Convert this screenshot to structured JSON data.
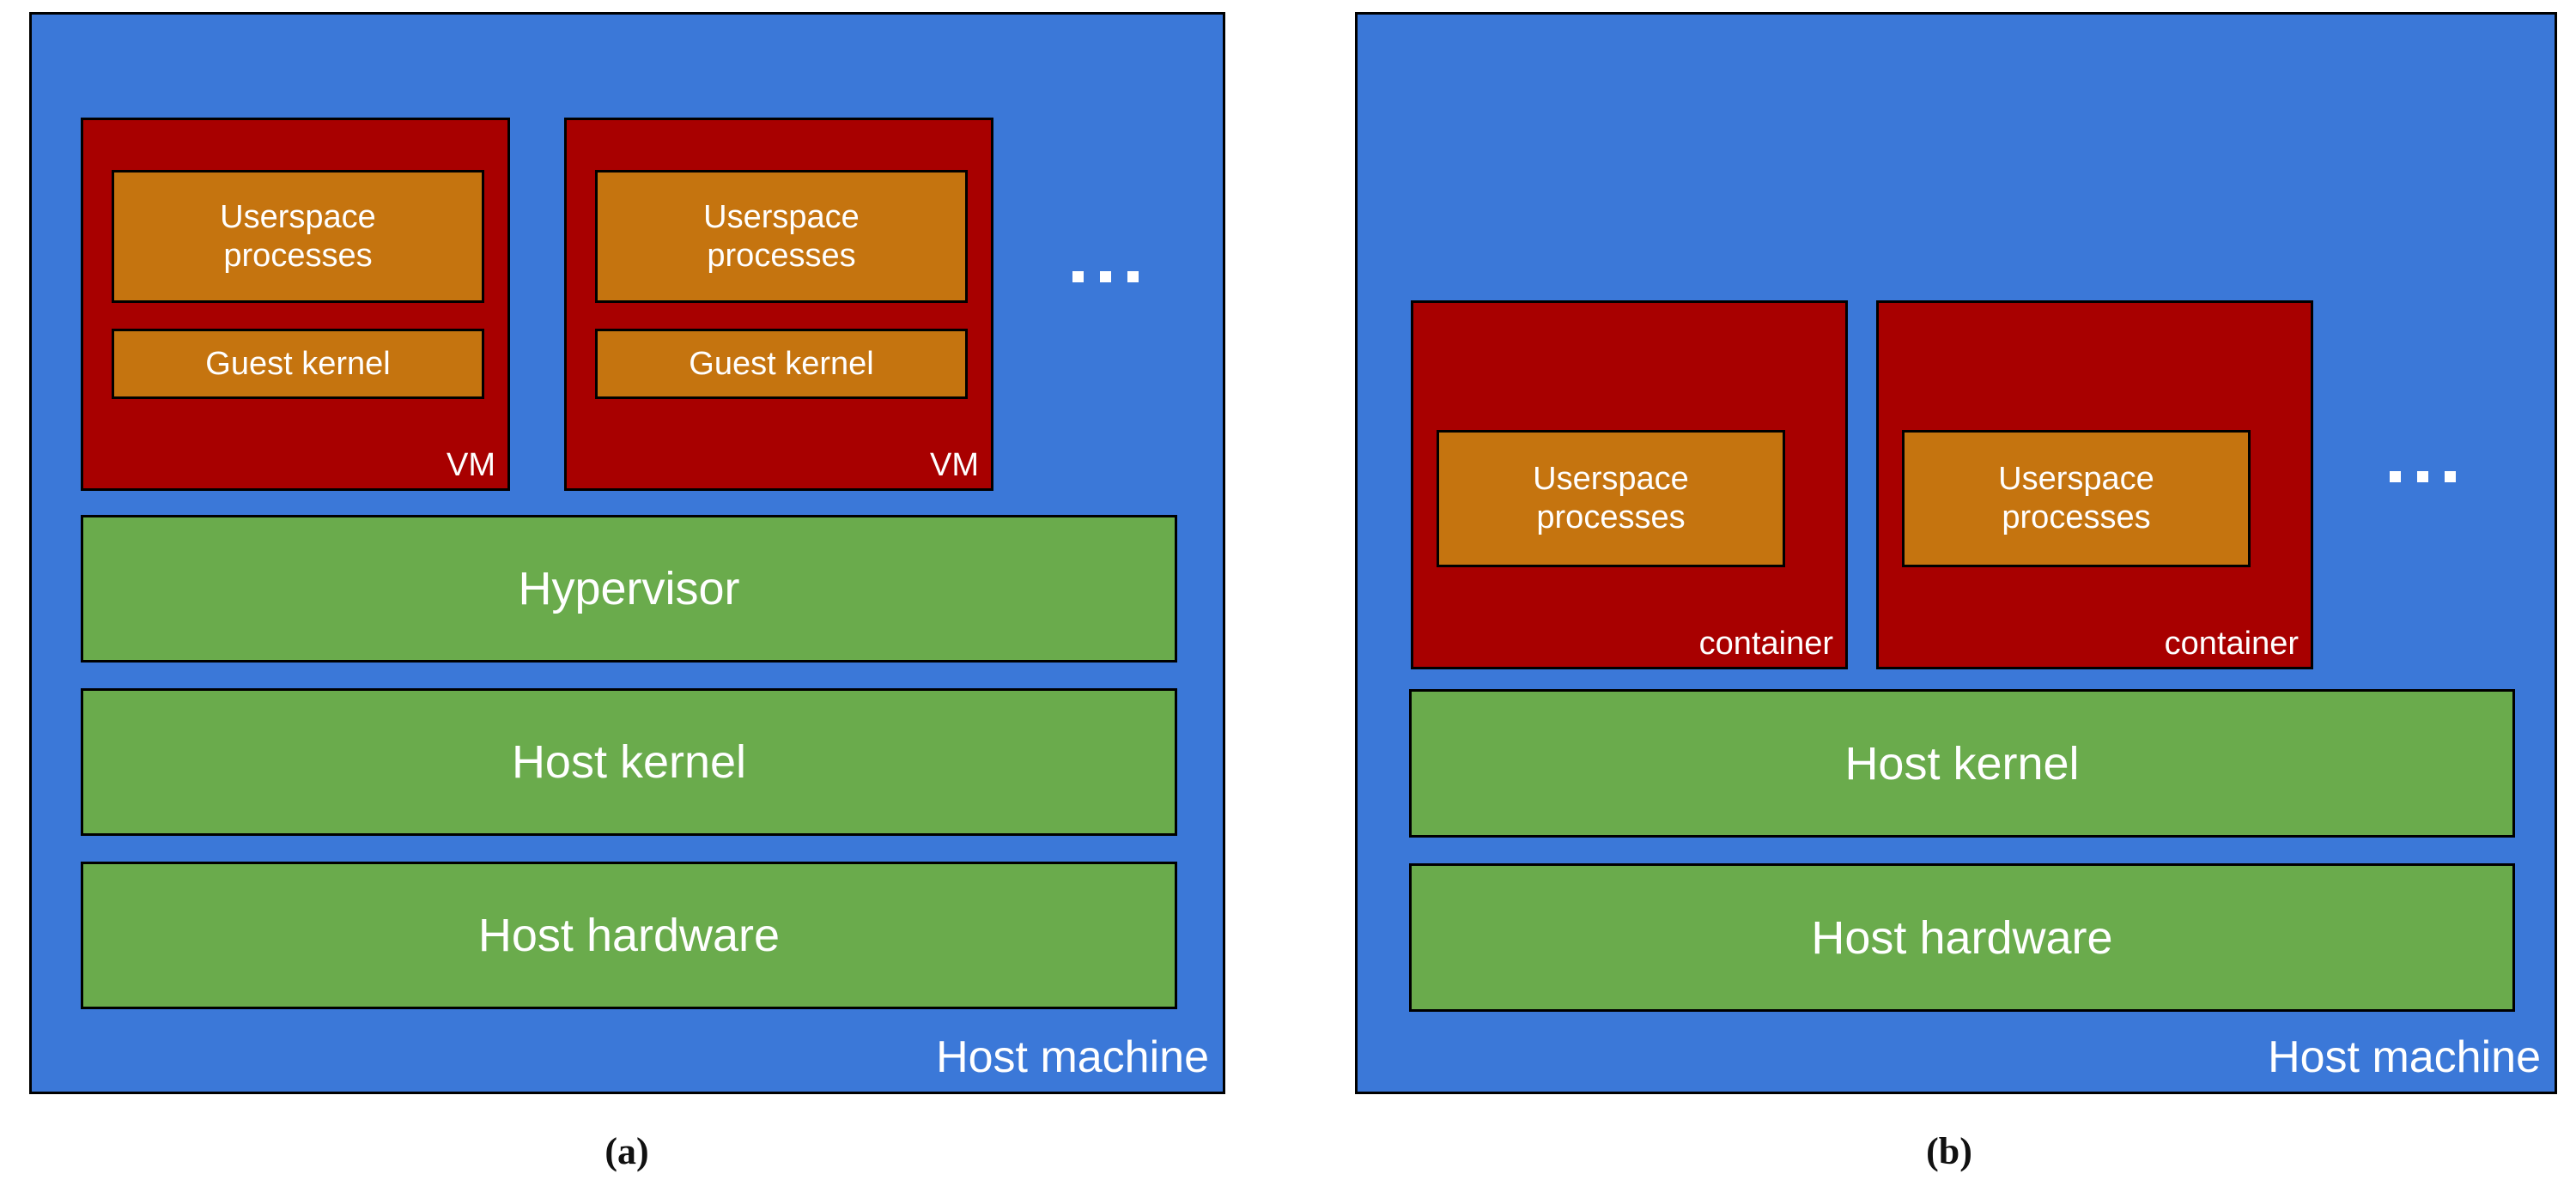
{
  "figure": {
    "panels": [
      {
        "id": "a",
        "caption": "(a)",
        "host_machine_label": "Host machine",
        "boxes": [
          {
            "kind": "vm",
            "label": "VM",
            "children": [
              {
                "kind": "userspace",
                "label": "Userspace\nprocesses"
              },
              {
                "kind": "guest-kernel",
                "label": "Guest kernel"
              }
            ]
          },
          {
            "kind": "vm",
            "label": "VM",
            "children": [
              {
                "kind": "userspace",
                "label": "Userspace\nprocesses"
              },
              {
                "kind": "guest-kernel",
                "label": "Guest kernel"
              }
            ]
          }
        ],
        "ellipsis": "...",
        "layers": [
          {
            "label": "Hypervisor"
          },
          {
            "label": "Host kernel"
          },
          {
            "label": "Host hardware"
          }
        ]
      },
      {
        "id": "b",
        "caption": "(b)",
        "host_machine_label": "Host machine",
        "boxes": [
          {
            "kind": "container",
            "label": "container",
            "children": [
              {
                "kind": "userspace",
                "label": "Userspace\nprocesses"
              }
            ]
          },
          {
            "kind": "container",
            "label": "container",
            "children": [
              {
                "kind": "userspace",
                "label": "Userspace\nprocesses"
              }
            ]
          }
        ],
        "ellipsis": "...",
        "layers": [
          {
            "label": "Host kernel"
          },
          {
            "label": "Host hardware"
          }
        ]
      }
    ]
  },
  "colors": {
    "host_machine_blue": "#3b78d8",
    "vm_container_red": "#a80000",
    "userspace_orange": "#c5740f",
    "layer_green": "#6aab4c",
    "stroke_black": "#000000",
    "text_white": "#ffffff",
    "page_background": "#ffffff"
  }
}
